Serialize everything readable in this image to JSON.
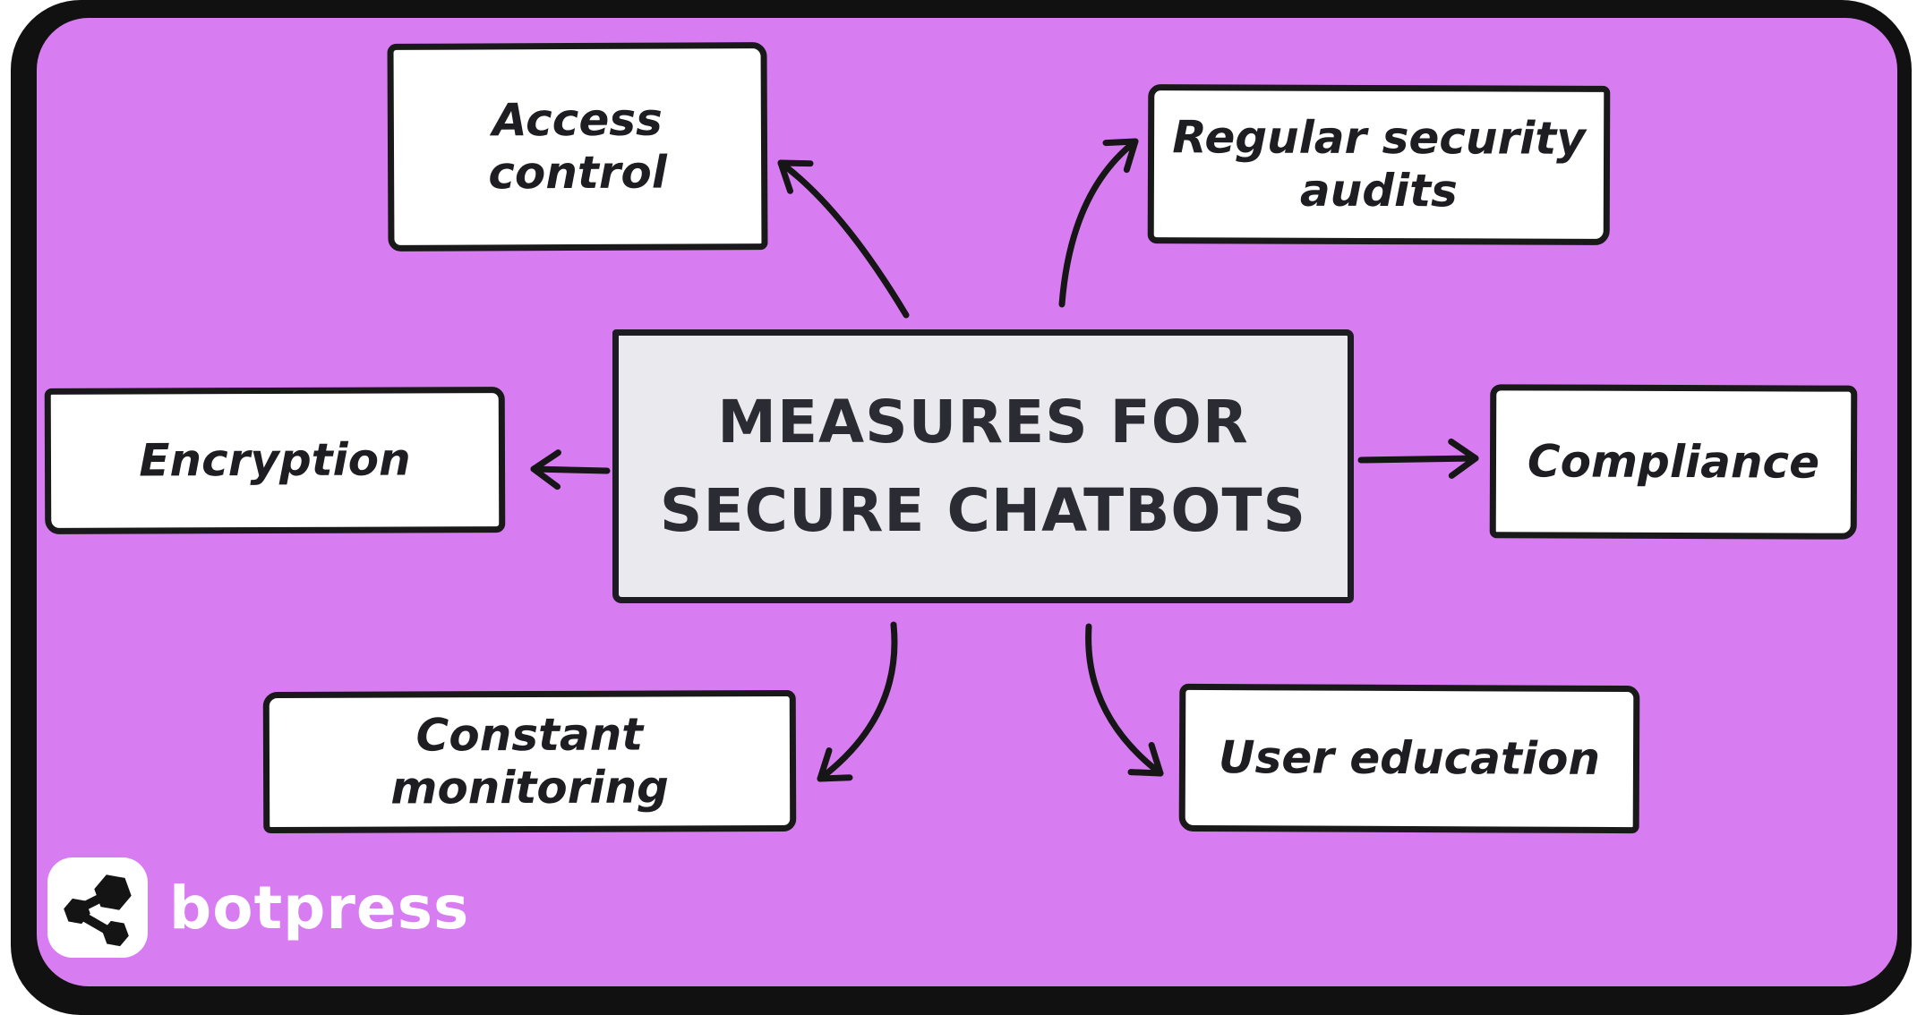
{
  "palette": {
    "board_background": "#d87df1",
    "frame": "#111111",
    "node_fill": "#ffffff",
    "node_border": "#191919",
    "center_fill": "#e9e9ee",
    "text": "#1d1d22",
    "brand_text": "#ffffff"
  },
  "center_node": {
    "line1": "MEASURES FOR",
    "line2": "SECURE CHATBOTS"
  },
  "nodes": [
    {
      "id": "access-control",
      "label": "Access control"
    },
    {
      "id": "regular-security-audits",
      "label": "Regular security audits"
    },
    {
      "id": "encryption",
      "label": "Encryption"
    },
    {
      "id": "compliance",
      "label": "Compliance"
    },
    {
      "id": "constant-monitoring",
      "label": "Constant monitoring"
    },
    {
      "id": "user-education",
      "label": "User education"
    }
  ],
  "brand": {
    "name": "botpress",
    "icon": "share-nodes-icon"
  }
}
